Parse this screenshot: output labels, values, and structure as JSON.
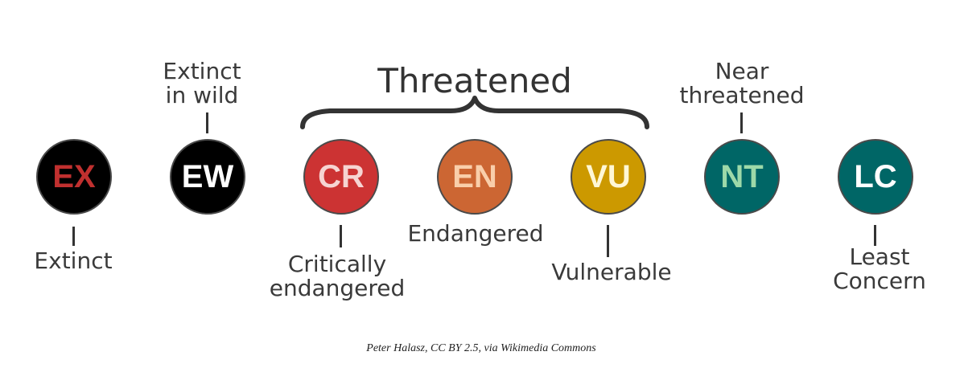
{
  "categories": [
    {
      "code": "EX",
      "label_lines": [
        "Extinct"
      ],
      "fill": "#000000",
      "text_color": "#c0302f"
    },
    {
      "code": "EW",
      "label_lines": [
        "Extinct",
        "in wild"
      ],
      "fill": "#000000",
      "text_color": "#ffffff"
    },
    {
      "code": "CR",
      "label_lines": [
        "Critically",
        "endangered"
      ],
      "fill": "#cc3333",
      "text_color": "#f6d4d2"
    },
    {
      "code": "EN",
      "label_lines": [
        "Endangered"
      ],
      "fill": "#cc6633",
      "text_color": "#f9ceaa"
    },
    {
      "code": "VU",
      "label_lines": [
        "Vulnerable"
      ],
      "fill": "#cc9900",
      "text_color": "#fff7d6"
    },
    {
      "code": "NT",
      "label_lines": [
        "Near",
        "threatened"
      ],
      "fill": "#006666",
      "text_color": "#9dd9a9"
    },
    {
      "code": "LC",
      "label_lines": [
        "Least",
        "Concern"
      ],
      "fill": "#006666",
      "text_color": "#ffffff"
    }
  ],
  "threatened_group": {
    "title": "Threatened"
  },
  "credit": "Peter Halasz, CC BY 2.5, via Wikimedia Commons"
}
